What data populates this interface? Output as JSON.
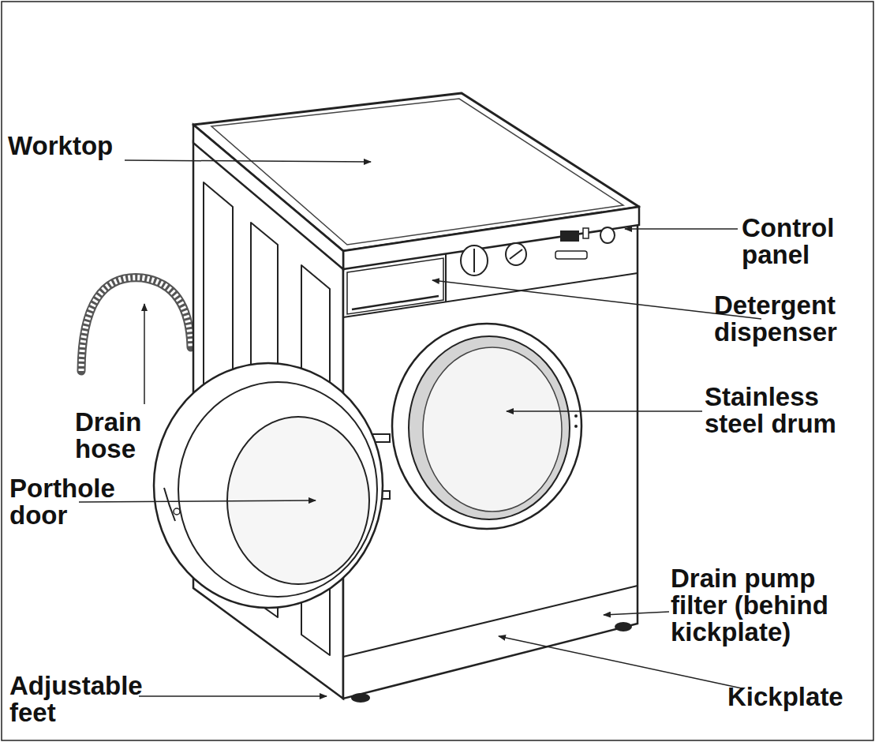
{
  "diagram": {
    "labels": [
      "Worktop",
      "Control panel",
      "Detergent dispenser",
      "Stainless steel drum",
      "Drain hose",
      "Porthole door",
      "Drain pump filter (behind kickplate)",
      "Adjustable feet",
      "Kickplate"
    ]
  }
}
